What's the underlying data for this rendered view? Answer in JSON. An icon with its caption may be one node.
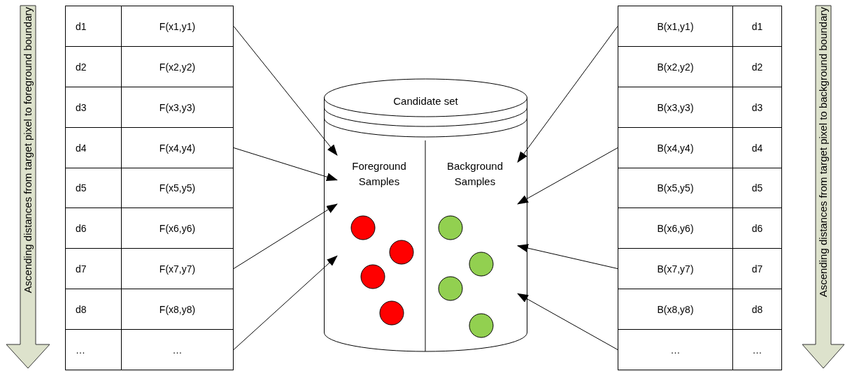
{
  "diagram": {
    "nodes": [
      {
        "text": [
          "Ascending distances from target pixel to foreground boundary"
        ]
      },
      {
        "text": [
          "d1"
        ]
      },
      {
        "text": [
          "F(x1,y1)"
        ]
      },
      {
        "text": [
          "d2"
        ]
      },
      {
        "text": [
          "F(x2,y2)"
        ]
      },
      {
        "text": [
          "d3"
        ]
      },
      {
        "text": [
          "F(x3,y3)"
        ]
      },
      {
        "text": [
          "d4"
        ]
      },
      {
        "text": [
          "F(x4,y4)"
        ]
      },
      {
        "text": [
          "d5"
        ]
      },
      {
        "text": [
          "F(x5,y5)"
        ]
      },
      {
        "text": [
          "d6"
        ]
      },
      {
        "text": [
          "F(x6,y6)"
        ]
      },
      {
        "text": [
          "d7"
        ]
      },
      {
        "text": [
          "F(x7,y7)"
        ]
      },
      {
        "text": [
          "d8"
        ]
      },
      {
        "text": [
          "F(x8,y8)"
        ]
      },
      {
        "text": [
          "…"
        ]
      },
      {
        "text": [
          "…"
        ]
      },
      {
        "text": [
          "Candidate set"
        ]
      },
      {
        "text": [
          "Foreground Samples"
        ],
        "in": 19
      },
      {
        "text": [],
        "shape": "circle",
        "in": 20
      },
      {
        "text": [],
        "shape": "circle",
        "in": 20
      },
      {
        "text": [],
        "shape": "circle",
        "in": 20
      },
      {
        "text": [],
        "shape": "circle",
        "in": 20
      },
      {
        "text": [
          "Background Samples"
        ],
        "in": 19
      },
      {
        "text": [],
        "shape": "circle",
        "in": 25
      },
      {
        "text": [],
        "shape": "circle",
        "in": 25
      },
      {
        "text": [],
        "shape": "circle",
        "in": 25
      },
      {
        "text": [],
        "shape": "circle",
        "in": 25
      },
      {
        "text": [
          "B(x1,y1)"
        ]
      },
      {
        "text": [
          "d1"
        ]
      },
      {
        "text": [
          "B(x2,y2)"
        ]
      },
      {
        "text": [
          "d2"
        ]
      },
      {
        "text": [
          "B(x3,y3)"
        ]
      },
      {
        "text": [
          "d3"
        ]
      },
      {
        "text": [
          "B(x4,y4)"
        ]
      },
      {
        "text": [
          "d4"
        ]
      },
      {
        "text": [
          "B(x5,y5)"
        ]
      },
      {
        "text": [
          "d5"
        ]
      },
      {
        "text": [
          "B(x6,y6)"
        ]
      },
      {
        "text": [
          "d6"
        ]
      },
      {
        "text": [
          "B(x7,y7)"
        ]
      },
      {
        "text": [
          "d7"
        ]
      },
      {
        "text": [
          "B(x8,y8)"
        ]
      },
      {
        "text": [
          "d8"
        ]
      },
      {
        "text": [
          "…"
        ]
      },
      {
        "text": [
          "…"
        ]
      },
      {
        "text": [
          "Ascending distances from target pixel to background boundary"
        ]
      }
    ],
    "edges": [
      {
        "from": 2,
        "to": 20,
        "arrow": "to"
      },
      {
        "from": 8,
        "to": 20,
        "arrow": "to"
      },
      {
        "from": 14,
        "to": 20,
        "arrow": "to"
      },
      {
        "from": 18,
        "to": 20,
        "arrow": "to"
      },
      {
        "from": 30,
        "to": 25,
        "arrow": "to"
      },
      {
        "from": 36,
        "to": 25,
        "arrow": "to"
      },
      {
        "from": 42,
        "to": 25,
        "arrow": "to"
      },
      {
        "from": 46,
        "to": 25,
        "arrow": "to"
      }
    ]
  }
}
